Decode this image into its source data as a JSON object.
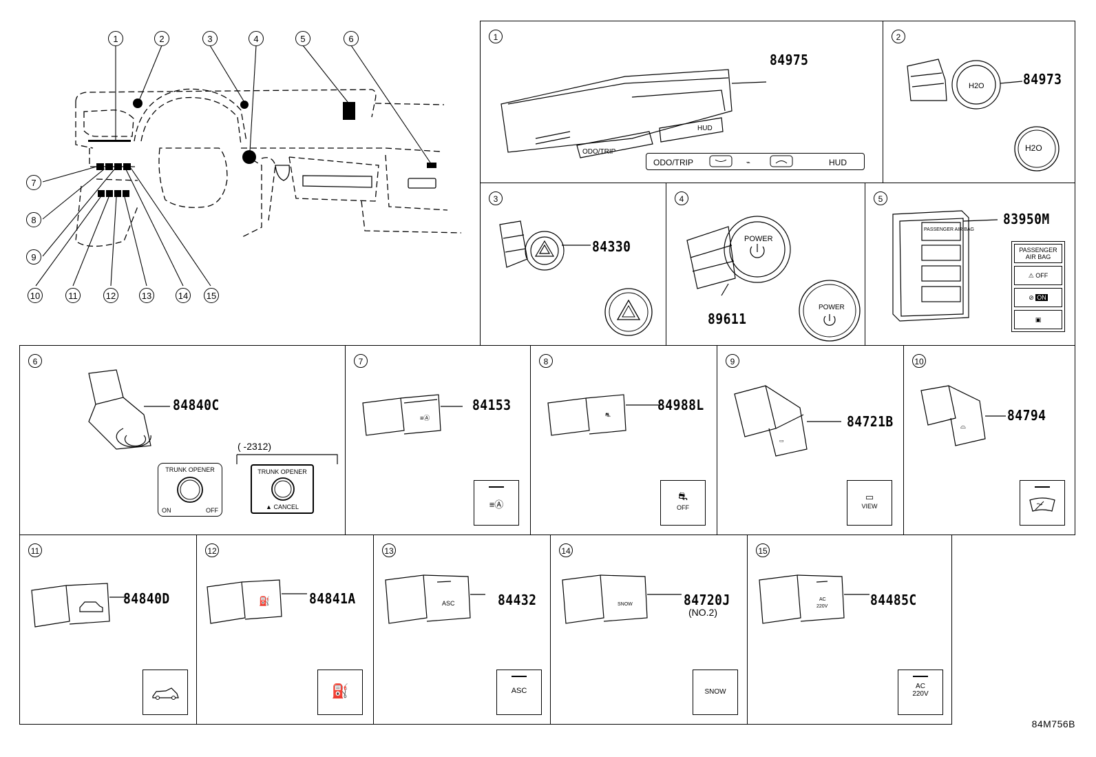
{
  "diagram_code": "84M756B",
  "overview": {
    "callouts": [
      "1",
      "2",
      "3",
      "4",
      "5",
      "6",
      "7",
      "8",
      "9",
      "10",
      "11",
      "12",
      "13",
      "14",
      "15"
    ]
  },
  "panels": [
    {
      "num": "1",
      "part": "84975",
      "labels": [
        "ODO/TRIP",
        "HUD"
      ]
    },
    {
      "num": "2",
      "part": "84973",
      "labels": [
        "H2O"
      ]
    },
    {
      "num": "3",
      "part": "84330",
      "labels": []
    },
    {
      "num": "4",
      "part": "89611",
      "labels": [
        "POWER"
      ]
    },
    {
      "num": "5",
      "part": "83950M",
      "labels": [
        "PASSENGER AIR BAG",
        "OFF",
        "ON"
      ]
    },
    {
      "num": "6",
      "part": "84840C",
      "labels": [
        "TRUNK OPENER",
        "ON",
        "OFF",
        "TRUNK OPENER",
        "CANCEL"
      ],
      "note": "( -2312)"
    },
    {
      "num": "7",
      "part": "84153",
      "labels": []
    },
    {
      "num": "8",
      "part": "84988L",
      "labels": [
        "OFF"
      ]
    },
    {
      "num": "9",
      "part": "84721B",
      "labels": [
        "VIEW"
      ]
    },
    {
      "num": "10",
      "part": "84794",
      "labels": []
    },
    {
      "num": "11",
      "part": "84840D",
      "labels": []
    },
    {
      "num": "12",
      "part": "84841A",
      "labels": []
    },
    {
      "num": "13",
      "part": "84432",
      "labels": [
        "ASC"
      ]
    },
    {
      "num": "14",
      "part": "84720J",
      "sub": "(NO.2)",
      "labels": [
        "SNOW"
      ]
    },
    {
      "num": "15",
      "part": "84485C",
      "labels": [
        "AC",
        "220V"
      ]
    }
  ]
}
